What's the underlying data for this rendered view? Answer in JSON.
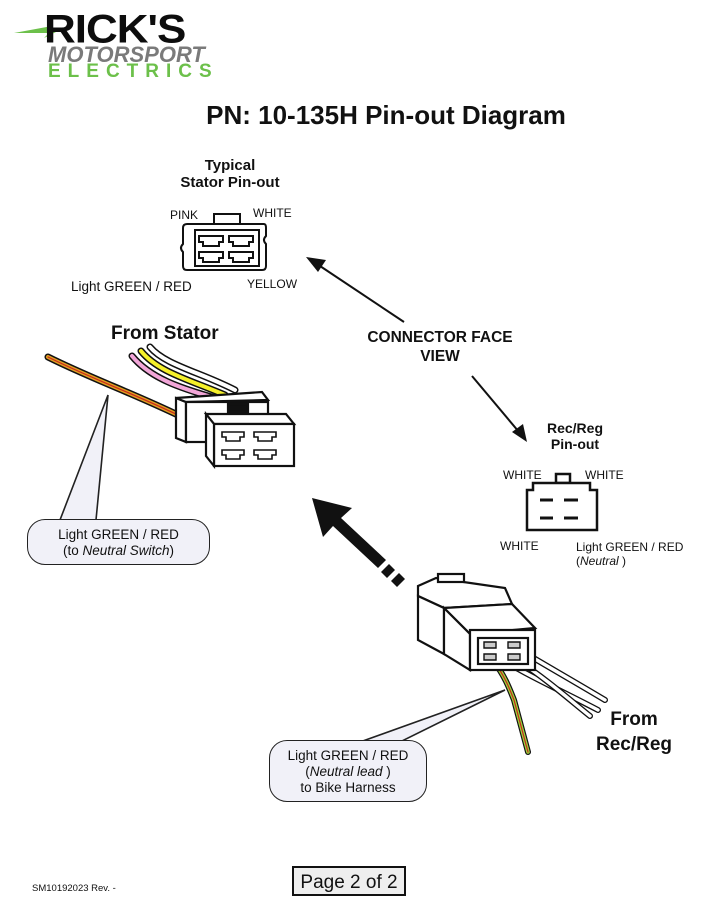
{
  "logo": {
    "line1": "RICK'S",
    "line2": "MOTORSPORT",
    "line3": "ELECTRICS",
    "colors": {
      "black": "#0d0d0d",
      "gray": "#7a7a7a",
      "green": "#6cc04a"
    }
  },
  "title": "PN: 10-135H Pin-out Diagram",
  "stator_pinout": {
    "heading_line1": "Typical",
    "heading_line2": "Stator Pin-out",
    "pins": {
      "top_left": "PINK",
      "top_right": "WHITE",
      "bottom_left": "Light GREEN / RED",
      "bottom_right": "YELLOW"
    }
  },
  "from_stator_label": "From Stator",
  "connector_face_view": {
    "line1": "CONNECTOR FACE",
    "line2": "VIEW"
  },
  "recreg_pinout": {
    "heading_line1": "Rec/Reg",
    "heading_line2": "Pin-out",
    "pins": {
      "top_left": "WHITE",
      "top_right": "WHITE",
      "bottom_left": "WHITE",
      "bottom_right_line1": "Light GREEN / RED",
      "bottom_right_line2_prefix": "(",
      "bottom_right_line2_italic": "Neutral",
      "bottom_right_line2_suffix": " )"
    }
  },
  "callout_stator": {
    "line1": "Light GREEN / RED",
    "line2_prefix": "(to ",
    "line2_italic": "Neutral  Switch",
    "line2_suffix": ")"
  },
  "callout_recreg": {
    "line1": "Light GREEN / RED",
    "line2_prefix": "(",
    "line2_italic": "Neutral lead",
    "line2_suffix": " )",
    "line3": "to Bike Harness"
  },
  "from_recreg_label": {
    "line1": "From",
    "line2": "Rec/Reg"
  },
  "footer": {
    "doc_id": "SM10192023 Rev. -",
    "page": "Page 2 of 2"
  },
  "wire_colors": {
    "pink": "#f2a6d8",
    "yellow": "#f5f02a",
    "white": "#ffffff",
    "green": "#9bd53a",
    "red": "#c8281e",
    "orange": "#e0a020"
  }
}
